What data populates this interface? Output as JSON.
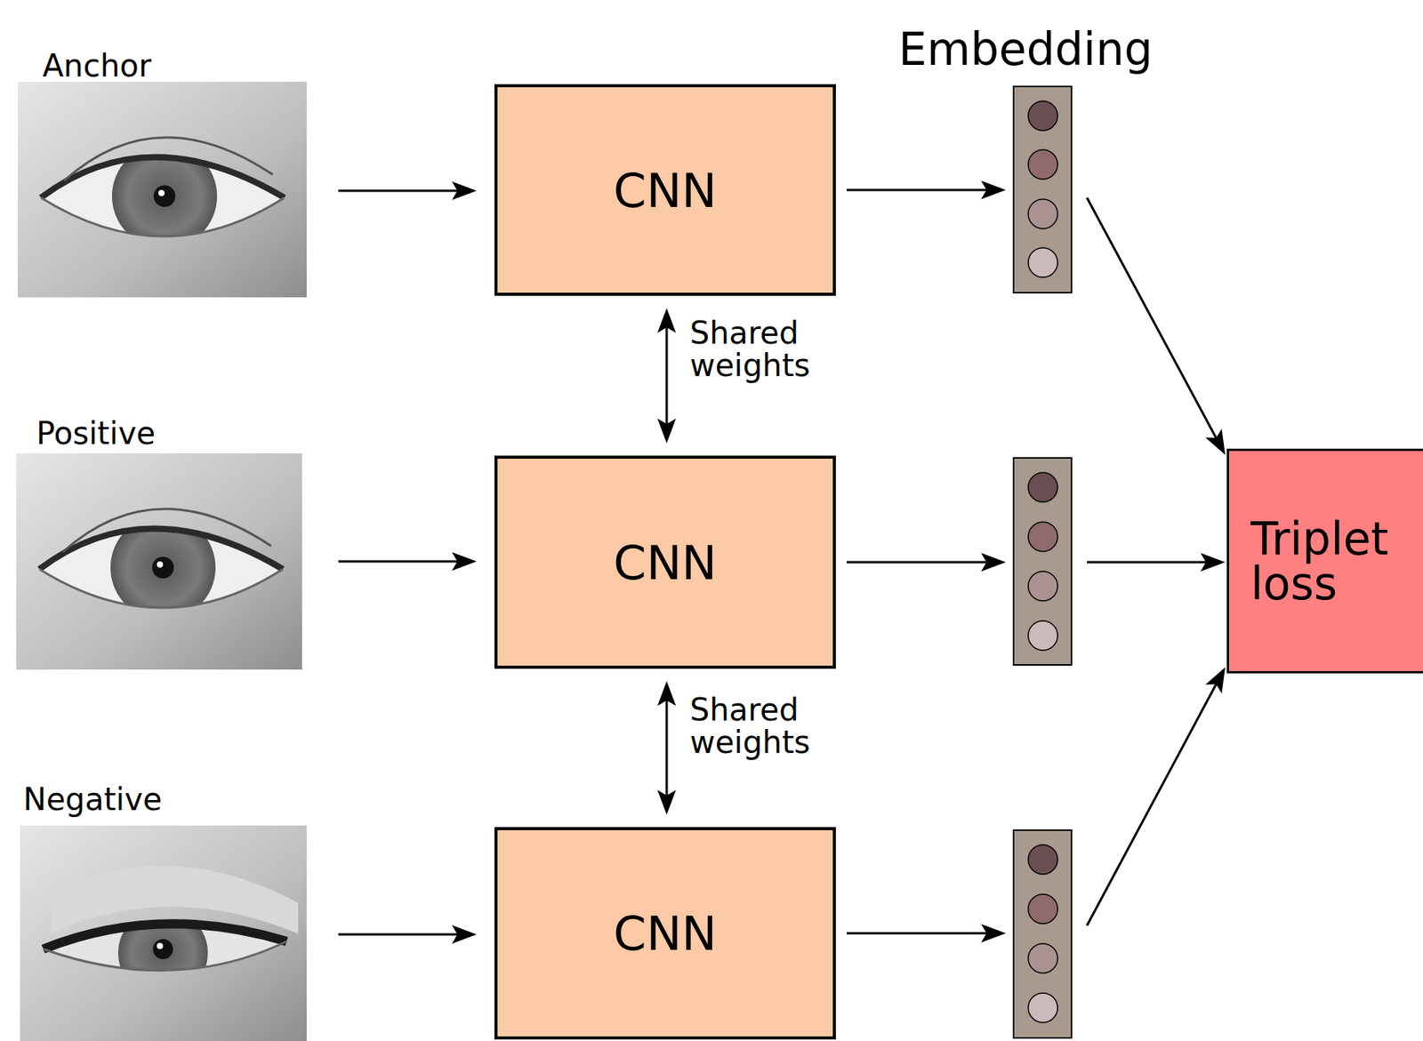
{
  "diagram": {
    "nodes": [
      {
        "text": [
          "CNN"
        ]
      },
      {
        "text": [
          "CNN"
        ]
      },
      {
        "text": [
          "CNN"
        ]
      },
      {
        "text": [
          "Triplet loss"
        ]
      }
    ],
    "edges": [
      {
        "from": 0,
        "to": 3,
        "arrow": "to"
      },
      {
        "from": 1,
        "to": 3,
        "arrow": "to"
      },
      {
        "from": 2,
        "to": 3,
        "arrow": "to"
      },
      {
        "from": 0,
        "to": 1,
        "label": "Shared weights",
        "arrow": "both"
      },
      {
        "from": 1,
        "to": 2,
        "label": "Shared weights",
        "arrow": "both"
      }
    ],
    "labels": [
      "Anchor",
      "Positive",
      "Negative",
      "Embedding"
    ]
  }
}
